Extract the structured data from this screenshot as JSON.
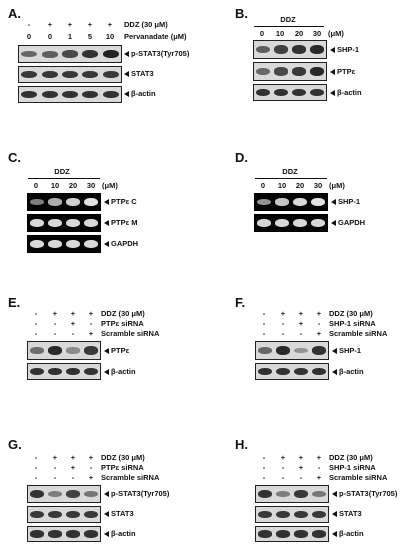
{
  "panels": {
    "A": {
      "label": "A.",
      "ddz": "DDZ (30 μM)",
      "pervanadate": "Pervanadate (μM)",
      "ddz_signs": [
        "-",
        "+",
        "+",
        "+",
        "+"
      ],
      "perv_vals": [
        "0",
        "0",
        "1",
        "5",
        "10"
      ],
      "bands": [
        "p-STAT3(Tyr705)",
        "STAT3",
        "β-actin"
      ],
      "intensity": [
        [
          0.5,
          0.55,
          0.7,
          0.85,
          0.95
        ],
        [
          0.8,
          0.8,
          0.8,
          0.8,
          0.8
        ],
        [
          0.85,
          0.85,
          0.85,
          0.85,
          0.85
        ]
      ]
    },
    "B": {
      "label": "B.",
      "ddz": "DDZ",
      "unit": "(μM)",
      "conc": [
        "0",
        "10",
        "20",
        "30"
      ],
      "bands": [
        "SHP-1",
        "PTPε",
        "β-actin"
      ],
      "intensity": [
        [
          0.55,
          0.75,
          0.85,
          0.9
        ],
        [
          0.5,
          0.7,
          0.8,
          0.9
        ],
        [
          0.85,
          0.85,
          0.85,
          0.85
        ]
      ]
    },
    "C": {
      "label": "C.",
      "ddz": "DDZ",
      "unit": "(μM)",
      "conc": [
        "0",
        "10",
        "20",
        "30"
      ],
      "bands": [
        "PTPε C",
        "PTPε M",
        "GAPDH"
      ],
      "intensity": [
        [
          0.35,
          0.6,
          0.8,
          0.9
        ],
        [
          0.85,
          0.85,
          0.85,
          0.85
        ],
        [
          0.85,
          0.85,
          0.85,
          0.85
        ]
      ]
    },
    "D": {
      "label": "D.",
      "ddz": "DDZ",
      "unit": "(μM)",
      "conc": [
        "0",
        "10",
        "20",
        "30"
      ],
      "bands": [
        "SHP-1",
        "GAPDH"
      ],
      "intensity": [
        [
          0.45,
          0.75,
          0.85,
          0.9
        ],
        [
          0.85,
          0.85,
          0.85,
          0.85
        ]
      ]
    },
    "E": {
      "label": "E.",
      "rows": [
        "DDZ (30 μM)",
        "PTPε siRNA",
        "Scramble siRNA"
      ],
      "signs": [
        [
          "-",
          "+",
          "+",
          "+"
        ],
        [
          "-",
          "-",
          "+",
          "-"
        ],
        [
          "-",
          "-",
          "-",
          "+"
        ]
      ],
      "bands": [
        "PTPε",
        "β-actin"
      ],
      "intensity": [
        [
          0.45,
          0.9,
          0.25,
          0.8
        ],
        [
          0.85,
          0.85,
          0.85,
          0.85
        ]
      ]
    },
    "F": {
      "label": "F.",
      "rows": [
        "DDZ (30 μM)",
        "SHP-1 siRNA",
        "Scramble siRNA"
      ],
      "signs": [
        [
          "-",
          "+",
          "+",
          "+"
        ],
        [
          "-",
          "-",
          "+",
          "-"
        ],
        [
          "-",
          "-",
          "-",
          "+"
        ]
      ],
      "bands": [
        "SHP-1",
        "β-actin"
      ],
      "intensity": [
        [
          0.5,
          0.9,
          0.2,
          0.85
        ],
        [
          0.85,
          0.85,
          0.85,
          0.85
        ]
      ]
    },
    "G": {
      "label": "G.",
      "rows": [
        "DDZ (30 μM)",
        "PTPε siRNA",
        "Scramble siRNA"
      ],
      "signs": [
        [
          "-",
          "+",
          "+",
          "+"
        ],
        [
          "-",
          "-",
          "+",
          "-"
        ],
        [
          "-",
          "-",
          "-",
          "+"
        ]
      ],
      "bands": [
        "p-STAT3(Tyr705)",
        "STAT3",
        "β-actin"
      ],
      "intensity": [
        [
          0.85,
          0.35,
          0.75,
          0.4
        ],
        [
          0.8,
          0.8,
          0.8,
          0.8
        ],
        [
          0.85,
          0.85,
          0.85,
          0.85
        ]
      ]
    },
    "H": {
      "label": "H.",
      "rows": [
        "DDZ (30 μM)",
        "SHP-1 siRNA",
        "Scramble siRNA"
      ],
      "signs": [
        [
          "-",
          "+",
          "+",
          "+"
        ],
        [
          "-",
          "-",
          "+",
          "-"
        ],
        [
          "-",
          "-",
          "-",
          "+"
        ]
      ],
      "bands": [
        "p-STAT3(Tyr705)",
        "STAT3",
        "β-actin"
      ],
      "intensity": [
        [
          0.85,
          0.35,
          0.8,
          0.4
        ],
        [
          0.8,
          0.8,
          0.8,
          0.8
        ],
        [
          0.85,
          0.85,
          0.85,
          0.85
        ]
      ]
    }
  }
}
